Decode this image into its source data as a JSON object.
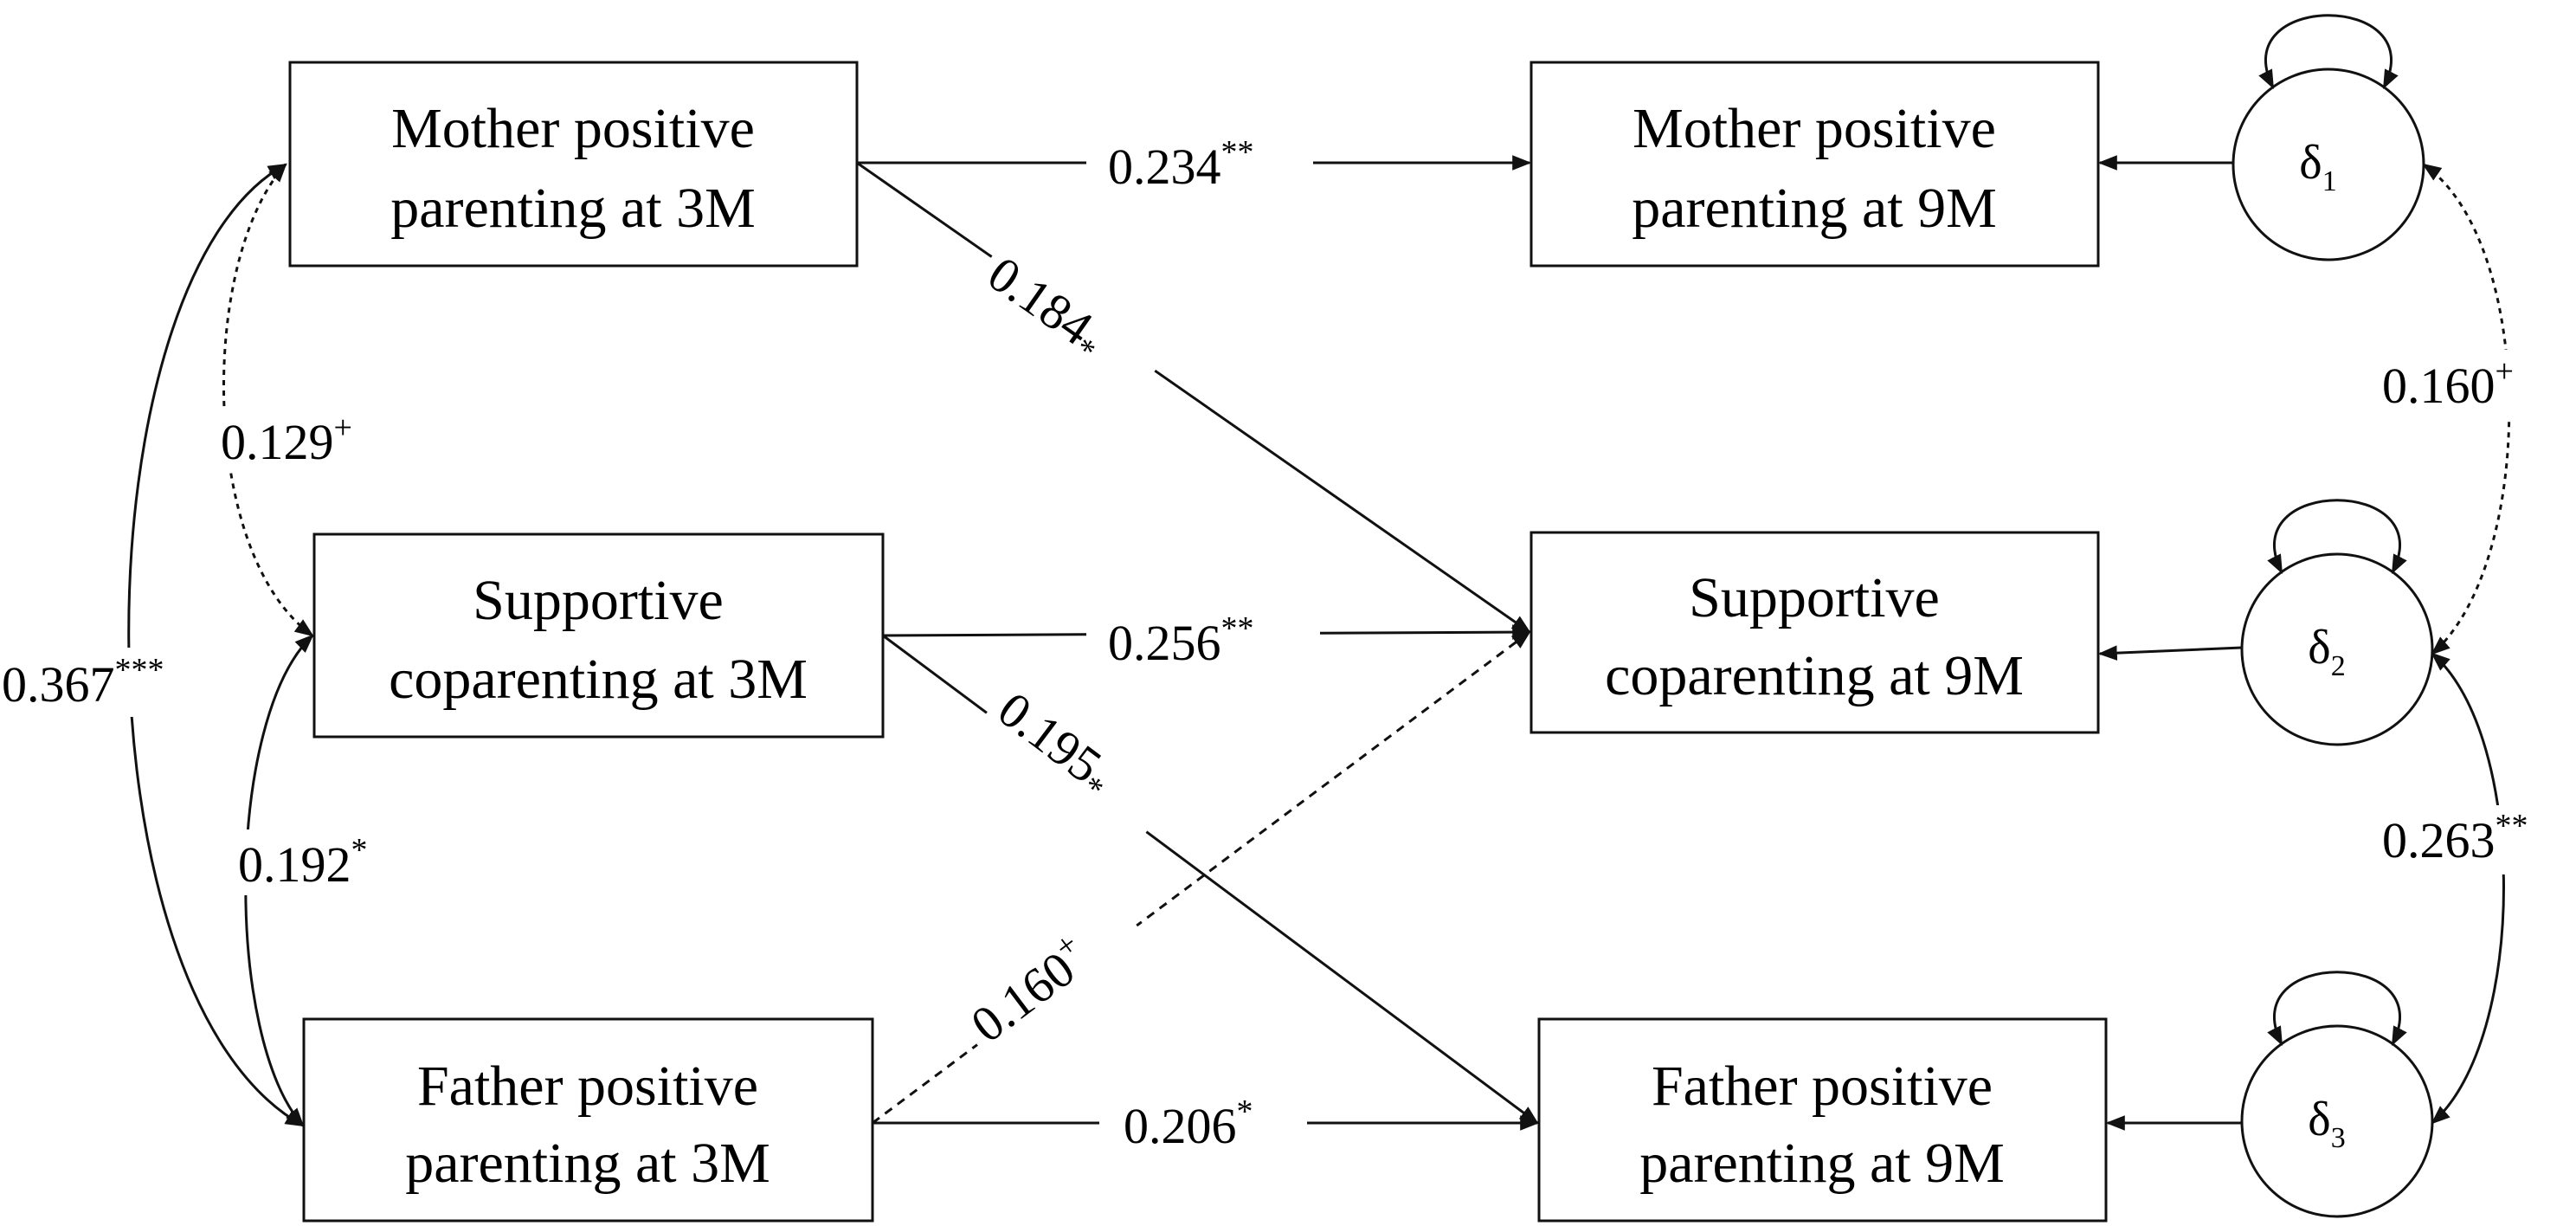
{
  "boxes": {
    "mother_3m": {
      "line1": "Mother positive",
      "line2": "parenting at 3M"
    },
    "cop_3m": {
      "line1": "Supportive",
      "line2": "coparenting at 3M"
    },
    "father_3m": {
      "line1": "Father positive",
      "line2": "parenting at 3M"
    },
    "mother_9m": {
      "line1": "Mother positive",
      "line2": "parenting at 9M"
    },
    "cop_9m": {
      "line1": "Supportive",
      "line2": "coparenting at 9M"
    },
    "father_9m": {
      "line1": "Father positive",
      "line2": "parenting at 9M"
    }
  },
  "residuals": {
    "d1": {
      "symbol": "δ",
      "sub": "1"
    },
    "d2": {
      "symbol": "δ",
      "sub": "2"
    },
    "d3": {
      "symbol": "δ",
      "sub": "3"
    }
  },
  "paths": {
    "m3_m9": {
      "value": "0.234",
      "sig": "**"
    },
    "m3_c9": {
      "value": "0.184",
      "sig": "*"
    },
    "c3_c9": {
      "value": "0.256",
      "sig": "**"
    },
    "c3_f9": {
      "value": "0.195",
      "sig": "*"
    },
    "f3_c9": {
      "value": "0.160",
      "sig": "+"
    },
    "f3_f9": {
      "value": "0.206",
      "sig": "*"
    }
  },
  "covariances": {
    "m3_f3": {
      "value": "0.367",
      "sig": "***"
    },
    "m3_c3": {
      "value": "0.129",
      "sig": "+"
    },
    "c3_f3": {
      "value": "0.192",
      "sig": "*"
    },
    "d1_d2": {
      "value": "0.160",
      "sig": "+"
    },
    "d2_d3": {
      "value": "0.263",
      "sig": "**"
    }
  }
}
